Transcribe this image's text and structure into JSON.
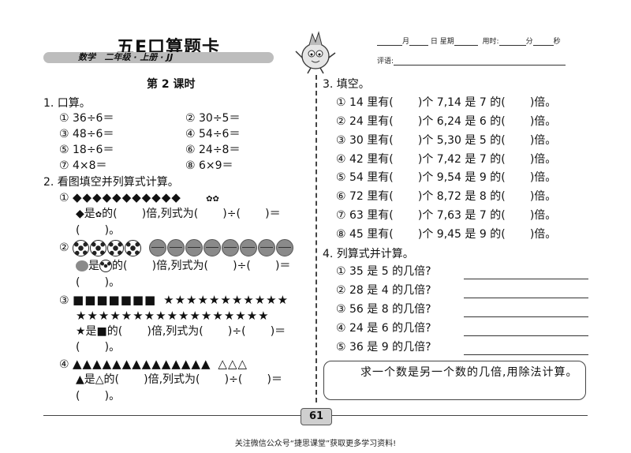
{
  "header": {
    "brand": "五E口算题卡",
    "subtitle": "数学   二年级 · 上册 · JJ",
    "date_labels": [
      "月",
      "日",
      "星期",
      "用时:",
      "分",
      "秒"
    ],
    "comment_label": "评语:"
  },
  "lesson_title": "第 2 课时",
  "q1": {
    "title": "1. 口算。",
    "items": [
      "① 36÷6＝",
      "② 30÷5＝",
      "③ 48÷6＝",
      "④ 54÷6＝",
      "⑤ 18÷6＝",
      "⑥ 24÷8＝",
      "⑦ 4×8＝",
      "⑧ 6×9＝"
    ]
  },
  "q2": {
    "title": "2. 看图填空并列算式计算。",
    "p1": {
      "num": "①",
      "text": "是",
      "text2": "的(       )倍,列式为(       )÷(       )＝",
      "tail": "(       )。"
    },
    "p2": {
      "num": "②",
      "text": "是",
      "text2": "的(       )倍,列式为(       )÷(       )＝",
      "tail": "(       )。"
    },
    "p3": {
      "num": "③",
      "text": "★是■的(       )倍,列式为(       )÷(       )＝",
      "tail": "(       )。"
    },
    "p4": {
      "num": "④",
      "text": "▲是△的(       )倍,列式为(       )÷(       )＝",
      "tail": "(       )。"
    }
  },
  "q3": {
    "title": "3. 填空。",
    "items": [
      "① 14 里有(       )个 7,14 是 7 的(       )倍。",
      "② 24 里有(       )个 6,24 是 6 的(       )倍。",
      "③ 30 里有(       )个 5,30 是 5 的(       )倍。",
      "④ 42 里有(       )个 7,42 是 7 的(       )倍。",
      "⑤ 54 里有(       )个 9,54 是 9 的(       )倍。",
      "⑥ 72 里有(       )个 8,72 是 8 的(       )倍。",
      "⑦ 63 里有(       )个 7,63 是 7 的(       )倍。",
      "⑧ 45 里有(       )个 9,45 是 9 的(       )倍。"
    ]
  },
  "q4": {
    "title": "4. 列算式并计算。",
    "items": [
      "① 35 是 5 的几倍?",
      "② 28 是 4 的几倍?",
      "③ 56 是 8 的几倍?",
      "④ 24 是 6 的几倍?",
      "⑤ 36 是 9 的几倍?"
    ]
  },
  "tip": "求一个数是另一个数的几倍,用除法计算。",
  "page_number": "61",
  "footer": "关注微信公众号“捷思课堂”获取更多学习资料!"
}
